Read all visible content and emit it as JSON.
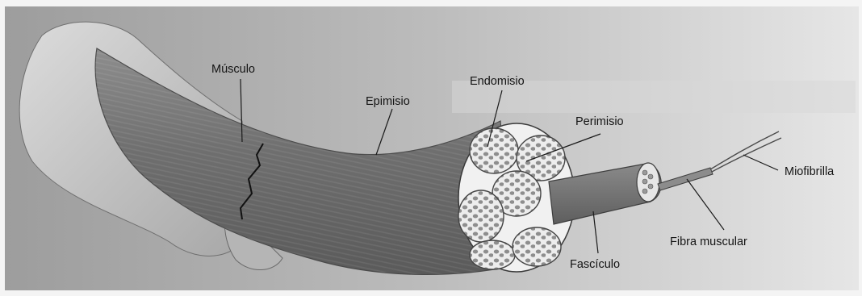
{
  "diagram": {
    "labels": {
      "musculo": "Músculo",
      "epimisio": "Epimisio",
      "endomisio": "Endomisio",
      "perimisio": "Perimisio",
      "miofibrilla": "Miofibrilla",
      "fibra_muscular": "Fibra muscular",
      "fasciculo": "Fascículo"
    }
  }
}
